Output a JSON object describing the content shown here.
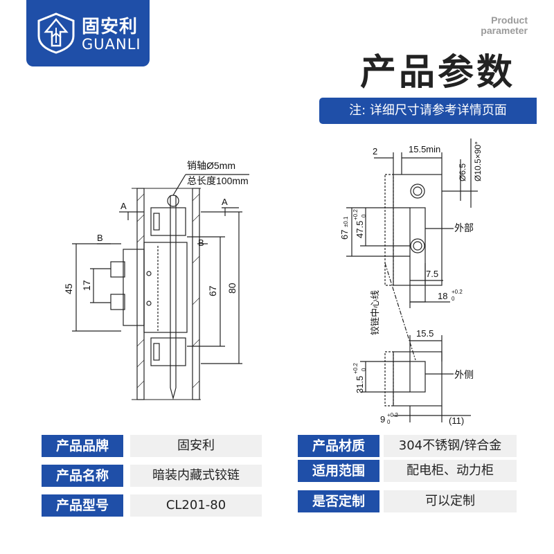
{
  "brand": {
    "name_cn": "固安利",
    "name_en": "GUANLI"
  },
  "header": {
    "subtitle_en_line1": "Product",
    "subtitle_en_line2": "parameter",
    "title": "产品参数"
  },
  "note": "注: 详细尺寸请参考详情页面",
  "drawing_left": {
    "pin_label": "销轴Ø5mm",
    "length_label": "总长度100mm",
    "section_a": "A",
    "section_b": "B",
    "dim_45": "45",
    "dim_17": "17",
    "dim_67": "67",
    "dim_80": "80"
  },
  "drawing_right": {
    "dim_2": "2",
    "dim_15_5min": "15.5min",
    "dim_d6_5": "Ø6.5",
    "dim_d10_5": "Ø10.5×90°",
    "dim_67_tol": "67",
    "tol_67": "±0.1",
    "dim_47_5": "47.5",
    "tol_47_5_top": "+0.2",
    "tol_47_5_bottom": "0",
    "outer_label": "外部",
    "dim_7_5": "7.5",
    "dim_18": "18",
    "tol_18_top": "+0.2",
    "tol_18_bottom": "0",
    "hinge_center_label": "铰链中心线",
    "dim_15_5": "15.5",
    "dim_31_5": "31.5",
    "tol_31_5_top": "+0.2",
    "tol_31_5_bottom": "0",
    "outer_side_label": "外侧",
    "dim_9": "9",
    "tol_9_top": "+0.2",
    "tol_9_bottom": "0",
    "dim_11": "(11)"
  },
  "specs": {
    "brand_label": "产品品牌",
    "brand_value": "固安利",
    "name_label": "产品名称",
    "name_value": "暗装内藏式铰链",
    "model_label": "产品型号",
    "model_value": "CL201-80",
    "material_label": "产品材质",
    "material_value": "304不锈钢/锌合金",
    "scope_label": "适用范围",
    "scope_value": "配电柜、动力柜",
    "custom_label": "是否定制",
    "custom_value": "可以定制"
  },
  "colors": {
    "brand_blue": "#1f4fa8",
    "value_bg": "#f0f0f0"
  },
  "icons": [
    "logo-shield-arrow-icon"
  ]
}
